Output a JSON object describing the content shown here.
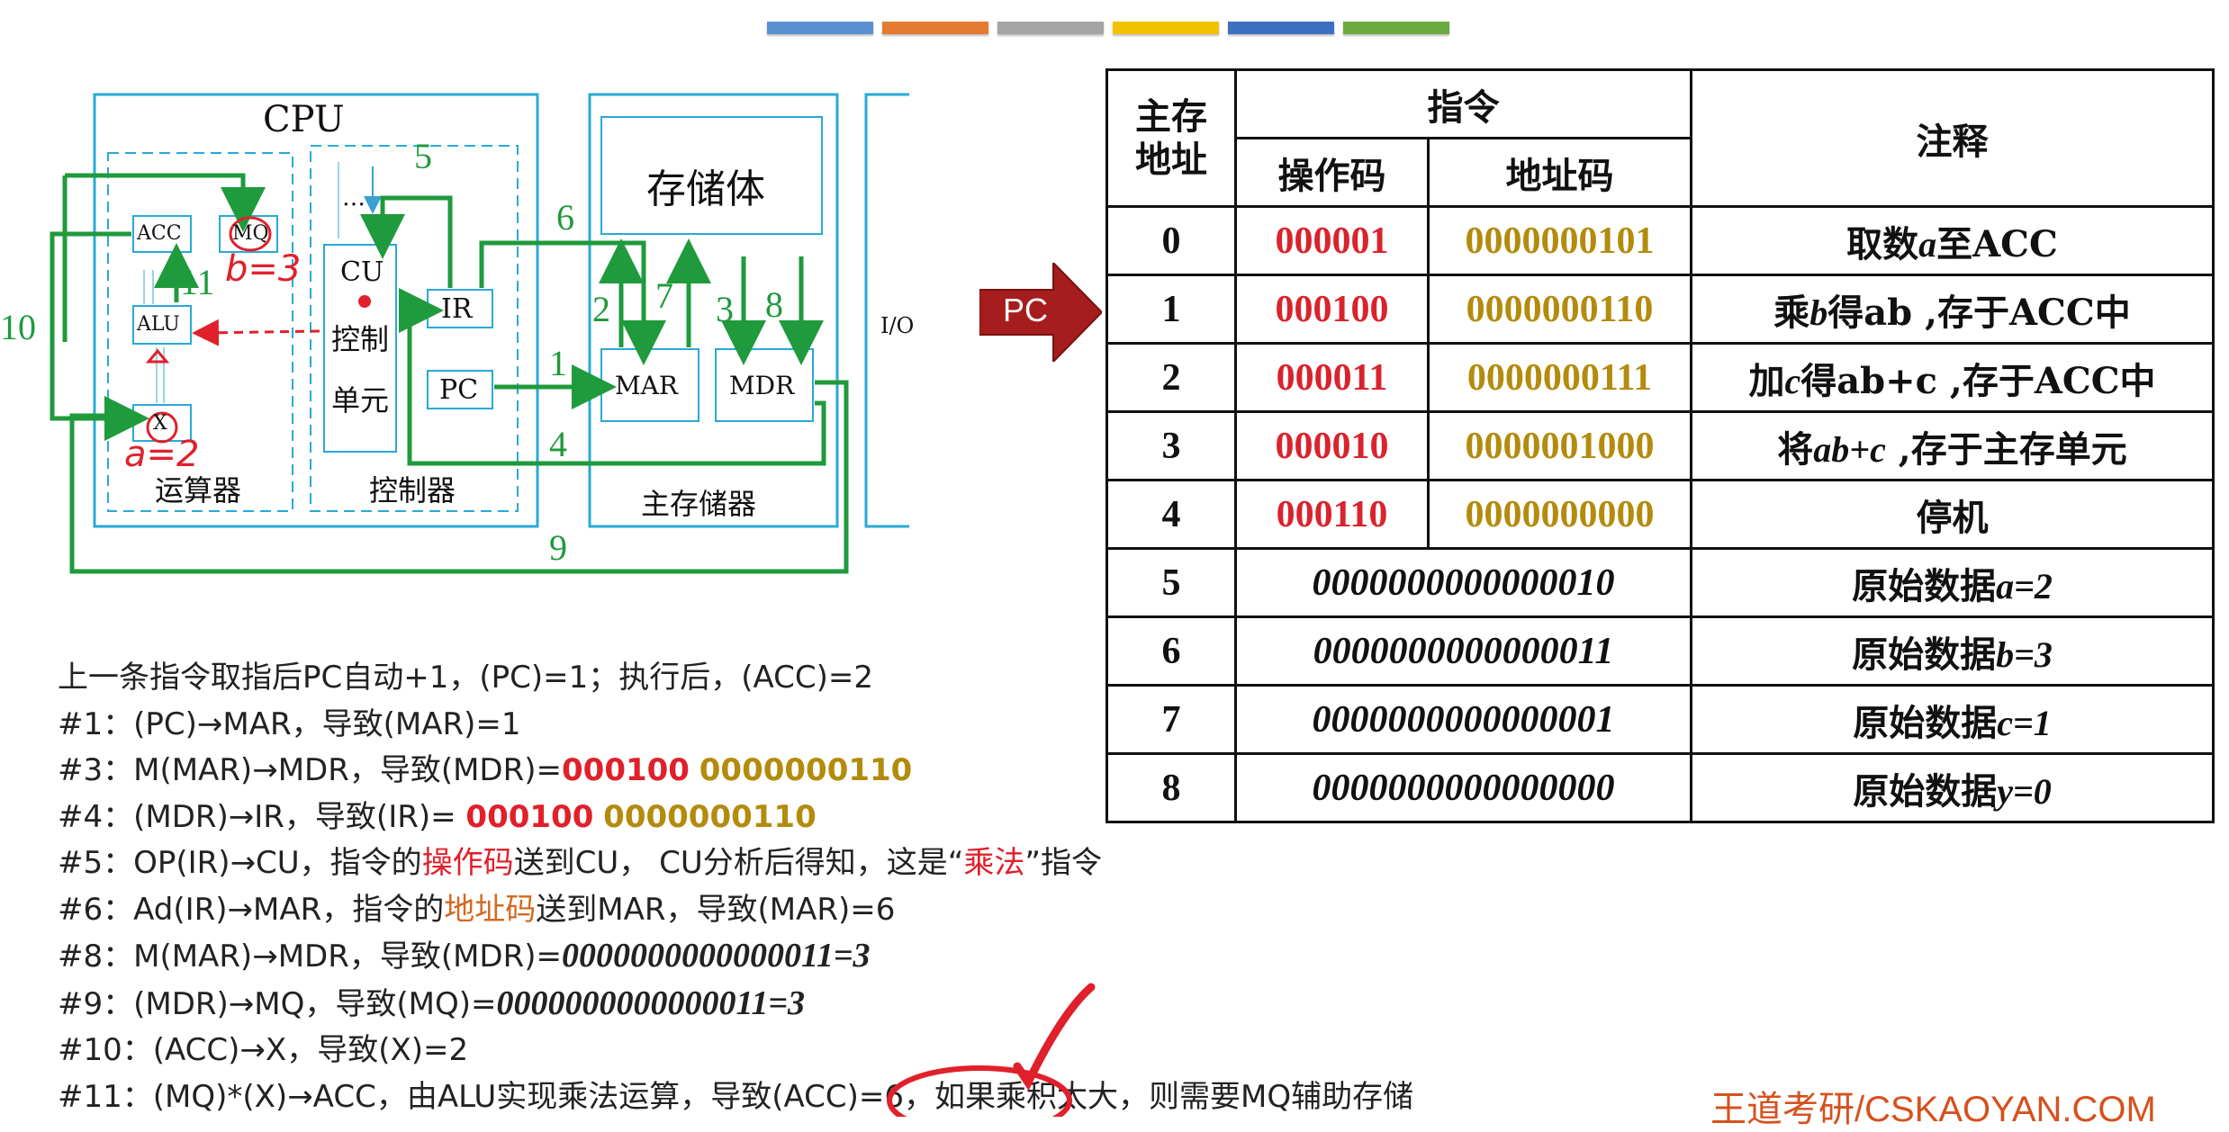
{
  "top_bars": [
    "#5b8fcf",
    "#e57b30",
    "#a5a5a5",
    "#f2c200",
    "#3f6fbf",
    "#6aaa3e"
  ],
  "diagram": {
    "cpu_title": "CPU",
    "acc": "ACC",
    "mq": "MQ",
    "alu": "ALU",
    "x": "X",
    "alu_unit_label": "运算器",
    "cu": "CU",
    "cu_dots": "…",
    "control_unit_l1": "控制",
    "control_unit_l2": "单元",
    "controller_label": "控制器",
    "ir": "IR",
    "pc": "PC",
    "storage_body": "存储体",
    "mar": "MAR",
    "mdr": "MDR",
    "main_memory_label": "主存储器",
    "io": "I/O",
    "step_numbers": [
      "1",
      "2",
      "3",
      "4",
      "5",
      "6",
      "7",
      "8",
      "9",
      "10",
      "11"
    ],
    "handwritten": {
      "mq_value": "b=3",
      "x_value": "a=2"
    }
  },
  "pc_pointer": "PC",
  "table": {
    "headers": {
      "address": "主存地址",
      "instruction": "指令",
      "opcode": "操作码",
      "addr_code": "地址码",
      "note": "注释"
    },
    "rows": [
      {
        "addr": "0",
        "opcode": "000001",
        "addr_code": "0000000101",
        "note_a": "取数",
        "note_var": "a",
        "note_b": "至ACC"
      },
      {
        "addr": "1",
        "opcode": "000100",
        "addr_code": "0000000110",
        "note_a": "乘",
        "note_var": "b",
        "note_b": "得ab ,存于ACC中"
      },
      {
        "addr": "2",
        "opcode": "000011",
        "addr_code": "0000000111",
        "note_a": "加",
        "note_var": "c",
        "note_b": "得ab+c ,存于ACC中"
      },
      {
        "addr": "3",
        "opcode": "000010",
        "addr_code": "0000001000",
        "note_a": "将",
        "note_var": "ab+c",
        "note_b": " ,存于主存单元"
      },
      {
        "addr": "4",
        "opcode": "000110",
        "addr_code": "0000000000",
        "note_a": "停机",
        "note_var": "",
        "note_b": ""
      }
    ],
    "data_rows": [
      {
        "addr": "5",
        "value": "0000000000000010",
        "note_a": "原始数据",
        "note_var": "a=2"
      },
      {
        "addr": "6",
        "value": "0000000000000011",
        "note_a": "原始数据",
        "note_var": "b=3"
      },
      {
        "addr": "7",
        "value": "0000000000000001",
        "note_a": "原始数据",
        "note_var": "c=1"
      },
      {
        "addr": "8",
        "value": "0000000000000000",
        "note_a": "原始数据",
        "note_var": "y=0"
      }
    ]
  },
  "steps": {
    "l0": "上一条指令取指后PC自动+1，(PC)=1；执行后，(ACC)=2",
    "l1": "#1：(PC)→MAR，导致(MAR)=1",
    "l3a": "#3：M(MAR)→MDR，导致(MDR)=",
    "l3op": "000100",
    "l3ad": "0000000110",
    "l4a": "#4：(MDR)→IR，导致(IR)= ",
    "l4op": "000100",
    "l4ad": "0000000110",
    "l5a": "#5：OP(IR)→CU，指令的",
    "l5b": "操作码",
    "l5c": "送到CU， CU分析后得知，这是“",
    "l5d": "乘法",
    "l5e": "”指令",
    "l6a": "#6：Ad(IR)→MAR，指令的",
    "l6b": "地址码",
    "l6c": "送到MAR，导致(MAR)=6",
    "l8a": "#8：M(MAR)→MDR，导致(MDR)=",
    "l8b": "0000000000000011=3",
    "l9a": "#9：(MDR)→MQ，导致(MQ)=",
    "l9b": "0000000000000011=3",
    "l10": "#10：(ACC)→X，导致(X)=2",
    "l11a": "#11：(MQ)*(X)→ACC，由ALU实现乘法运算，导致",
    "l11b": "(ACC)=6",
    "l11c": "，如果乘积太大，则需要MQ辅助存储"
  },
  "brand": "王道考研/CSKAOYAN.COM"
}
